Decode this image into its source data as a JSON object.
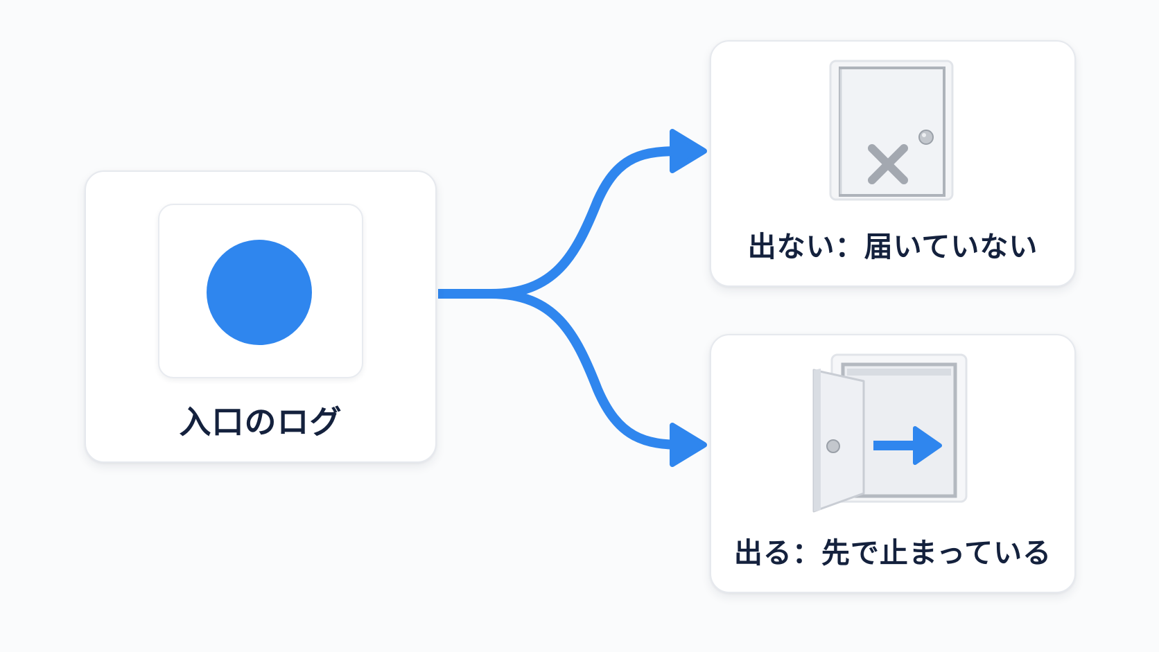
{
  "source": {
    "label": "入口のログ",
    "dot_icon": "blue-circle-icon"
  },
  "outcomes": [
    {
      "label": "出ない：届いていない",
      "icon": "closed-door-x-icon"
    },
    {
      "label": "出る：先で止まっている",
      "icon": "open-door-arrow-icon"
    }
  ],
  "colors": {
    "accent": "#2f86ee",
    "text": "#14213d",
    "card_border": "#e6e9ee",
    "door_mark": "#a3a8b0"
  }
}
